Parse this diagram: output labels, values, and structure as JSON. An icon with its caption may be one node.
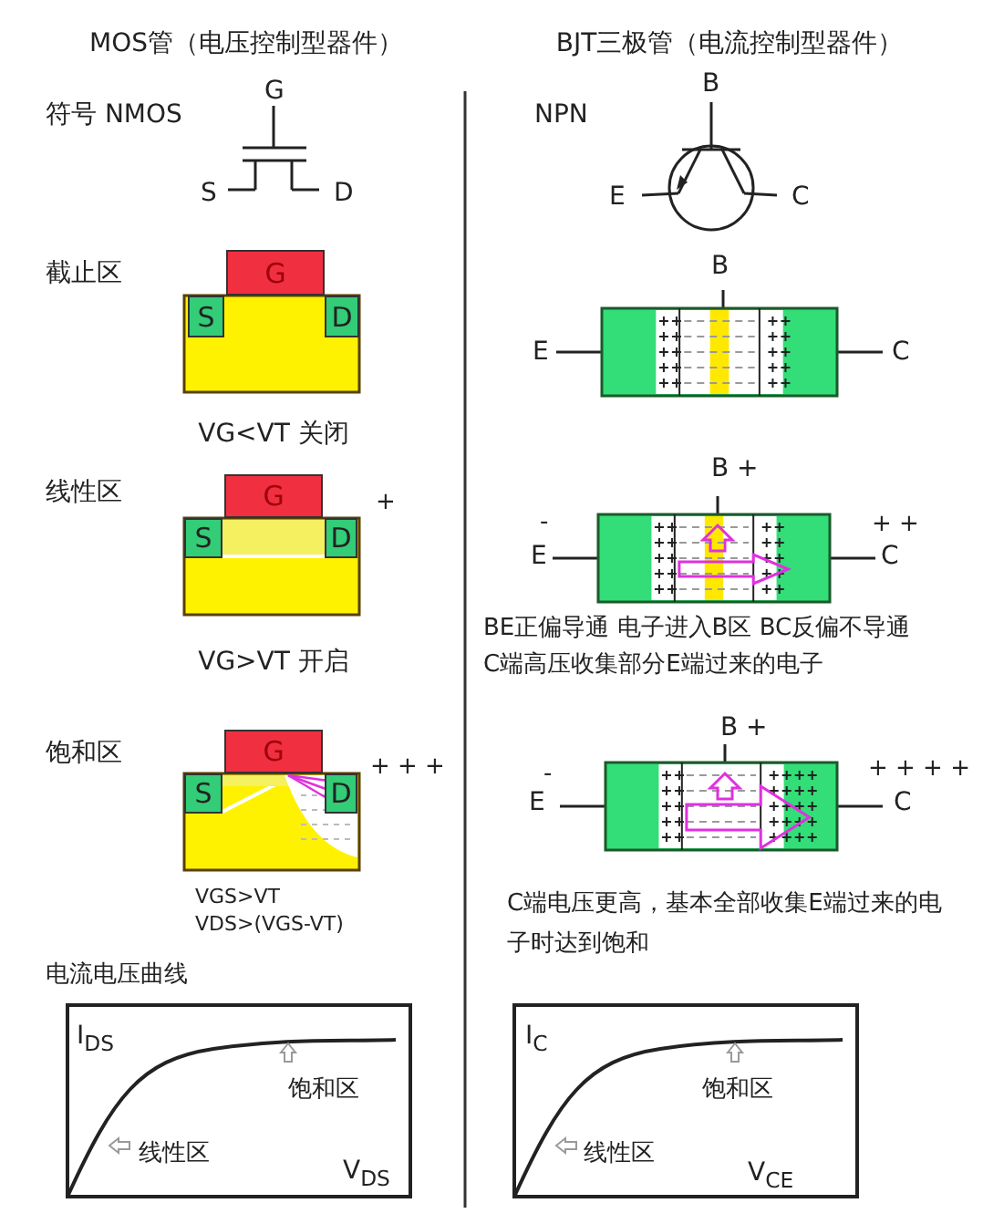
{
  "diagram": {
    "nodes": [
      {
        "text": [
          "G"
        ]
      },
      {
        "text": [
          "S"
        ]
      },
      {
        "text": [
          "D"
        ]
      },
      {
        "text": [
          "G"
        ]
      },
      {
        "text": [
          "S"
        ]
      },
      {
        "text": [
          "D"
        ]
      },
      {
        "text": [
          "G"
        ]
      },
      {
        "text": [
          "S"
        ]
      },
      {
        "text": [
          "D"
        ]
      }
    ],
    "labels": [
      "MOS管（电压控制型器件）",
      "BJT三极管（电流控制型器件）",
      "符号 NMOS",
      "NPN",
      "G",
      "S",
      "D",
      "B",
      "E",
      "C",
      "截止区",
      "B",
      "E",
      "C",
      "VG<VT 关闭",
      "线性区",
      "+",
      "B +",
      "-",
      "E",
      "+ +",
      "C",
      "VG>VT 开启",
      "BE正偏导通 电子进入B区 BC反偏不导通",
      "C端高压收集部分E端过来的电子",
      "饱和区",
      "+ + +",
      "B +",
      "-",
      "E",
      "+ + + +",
      "C",
      "VGS>VT",
      "VDS>(VGS-VT)",
      "C端电压更高，基本全部收集E端过来的电子时达到饱和",
      "电流电压曲线",
      "I$_{DS}$",
      "饱和区",
      "线性区",
      "V$_{DS}$",
      "I$_{C}$",
      "饱和区",
      "线性区",
      "V$_{CE}$"
    ]
  }
}
